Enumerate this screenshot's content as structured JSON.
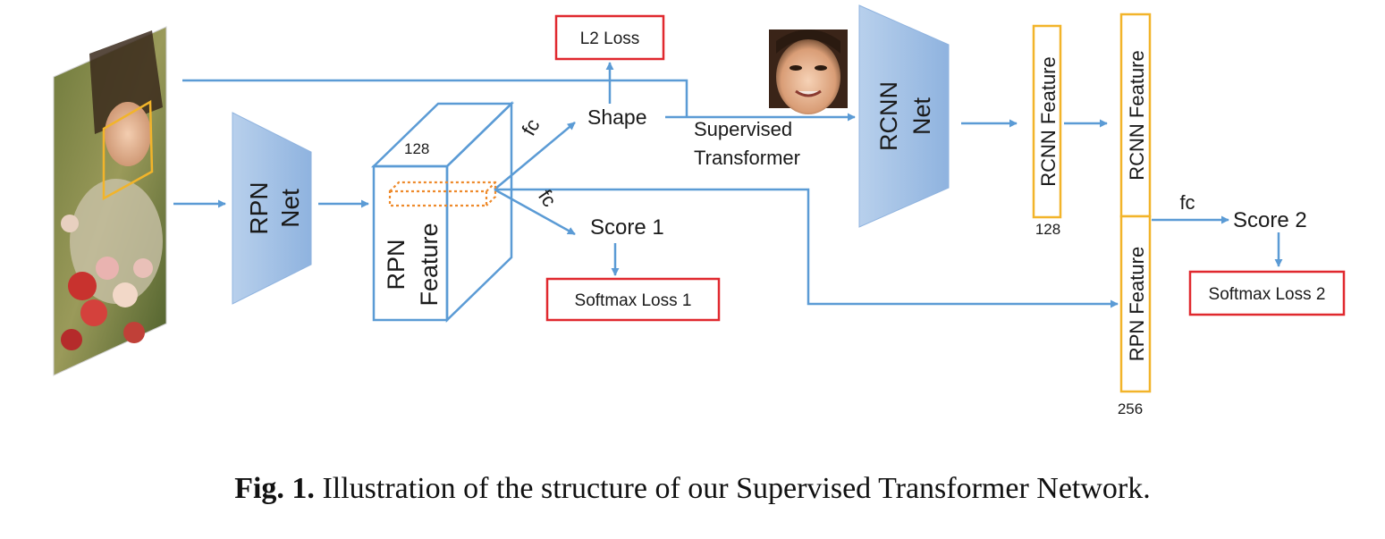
{
  "diagram": {
    "loss_l2": "L2 Loss",
    "shape": "Shape",
    "fc_shape": "fc",
    "fc_score1": "fc",
    "fc_score2": "fc",
    "supervised_line1": "Supervised",
    "supervised_line2": "Transformer",
    "rpn_net_line1": "RPN",
    "rpn_net_line2": "Net",
    "rpn_feature_line1": "RPN",
    "rpn_feature_line2": "Feature",
    "cube_depth": "128",
    "score1": "Score 1",
    "softmax_loss1": "Softmax Loss 1",
    "rcnn_net_line1": "RCNN",
    "rcnn_net_line2": "Net",
    "rcnn_feature": "RCNN Feature",
    "rcnn_feature_dim": "128",
    "concat_rcnn_feature": "RCNN Feature",
    "concat_rpn_feature": "RPN Feature",
    "concat_dim": "256",
    "score2": "Score 2",
    "softmax_loss2": "Softmax Loss 2"
  },
  "caption": {
    "label": "Fig. 1.",
    "text": "Illustration of the structure of our Supervised Transformer Network."
  },
  "colors": {
    "arrow": "#5b9bd5",
    "net_fill": "#a9c6e8",
    "loss_border": "#e0282e",
    "feature_border": "#f2b42a",
    "roi_dotted": "#ee8a2b",
    "landmark_box": "#f2b42a"
  }
}
